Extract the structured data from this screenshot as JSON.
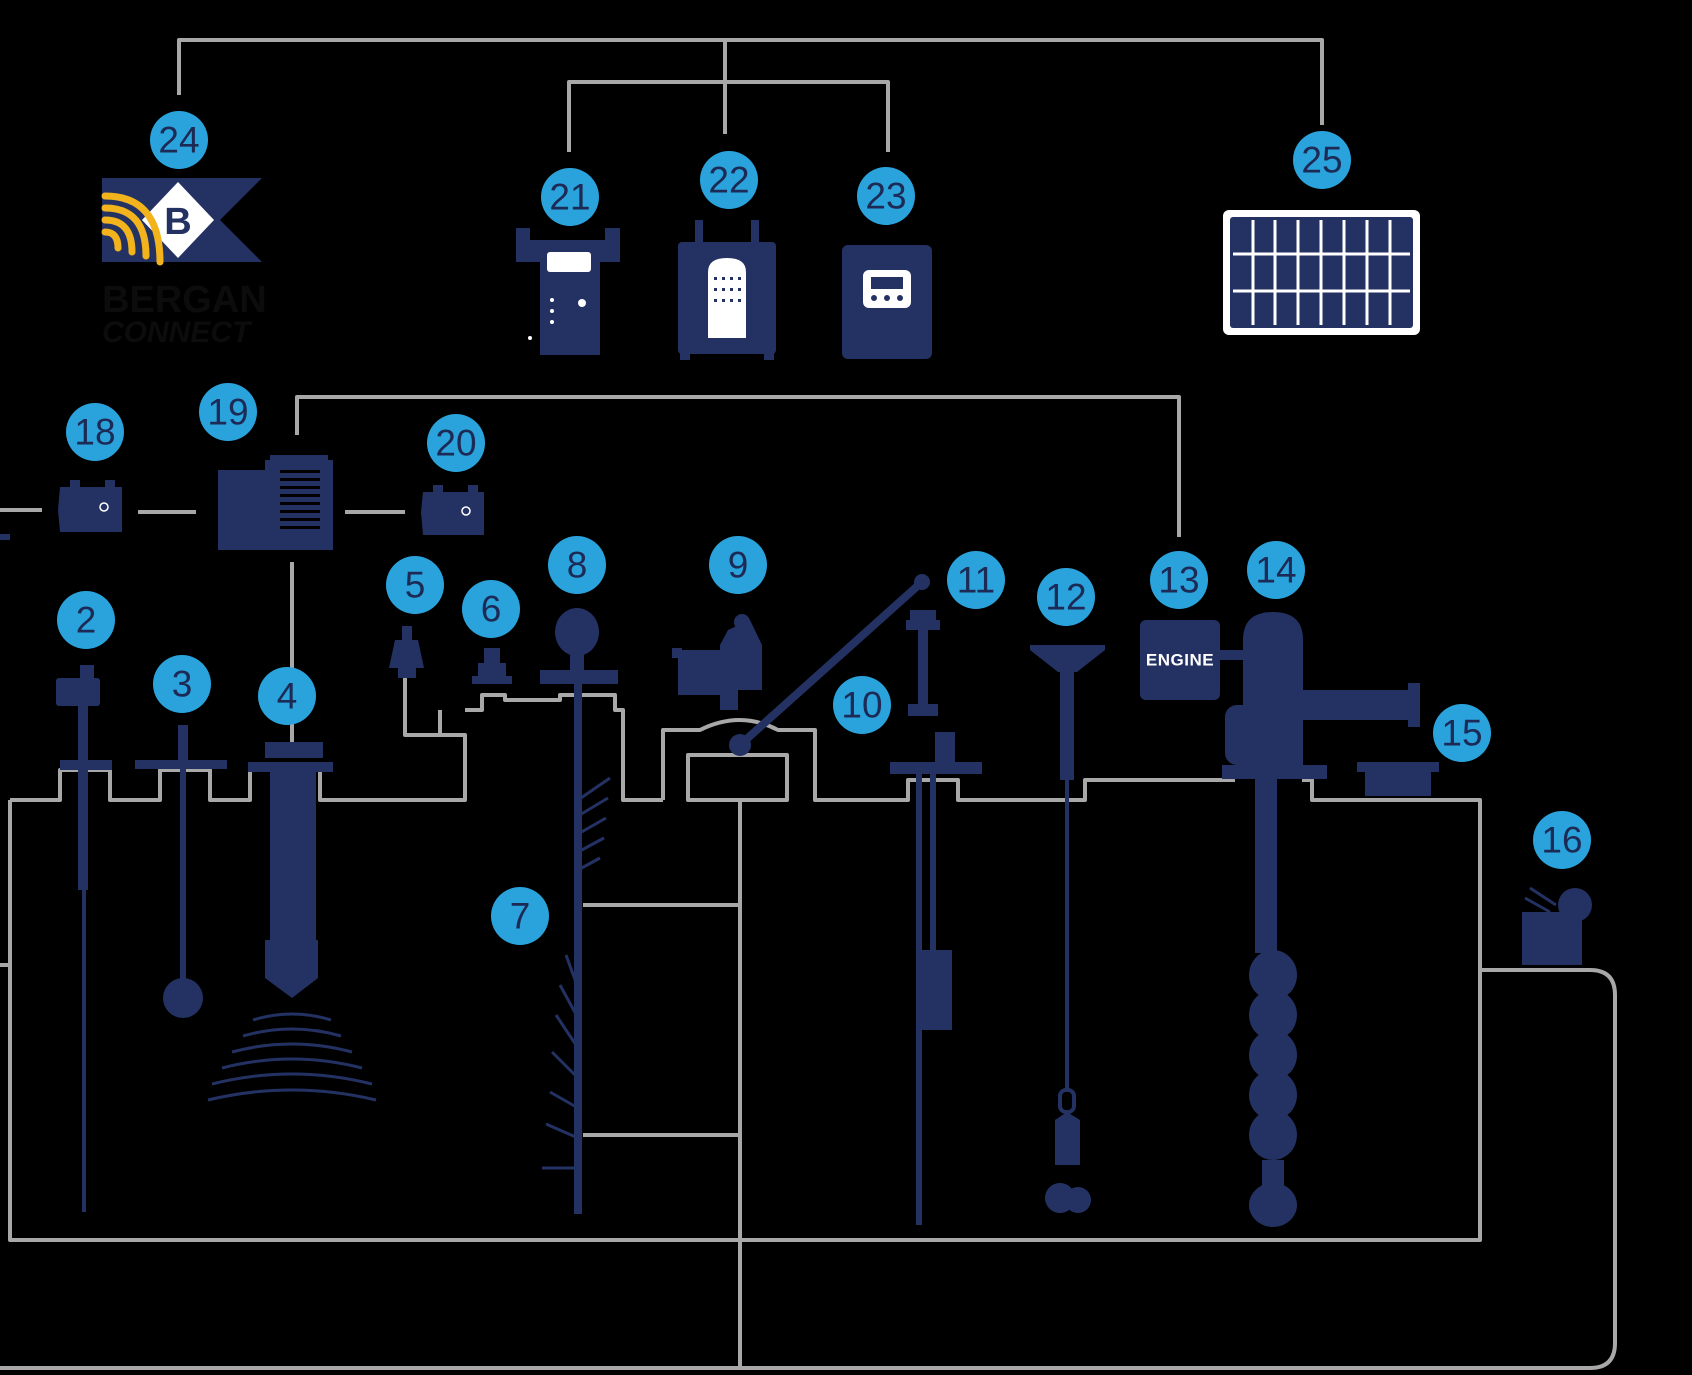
{
  "badges": [
    "2",
    "3",
    "4",
    "5",
    "6",
    "7",
    "8",
    "9",
    "10",
    "11",
    "12",
    "13",
    "14",
    "15",
    "16",
    "18",
    "19",
    "20",
    "21",
    "22",
    "23",
    "24",
    "25"
  ],
  "engine_label": "ENGINE",
  "logo": {
    "letter": "B",
    "name": "BERGAN",
    "subname": "CONNECT",
    "wave_color": "#f2b31c"
  },
  "colors": {
    "device": "#243263",
    "badge": "#2aa3dc",
    "piping": "#a8a8a8",
    "background": "#000000"
  }
}
